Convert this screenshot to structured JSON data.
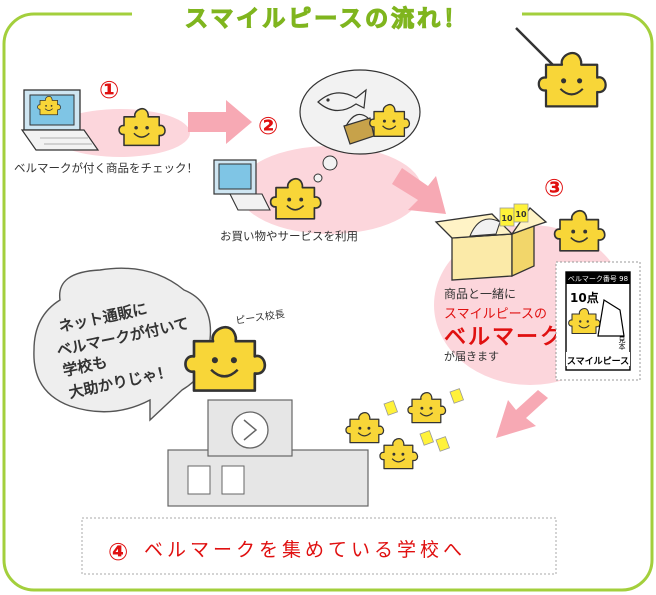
{
  "title": "スマイルピースの流れ！",
  "steps": [
    {
      "number": "①",
      "caption": "ベルマークが付く商品をチェック！"
    },
    {
      "number": "②",
      "caption": "お買い物やサービスを利用"
    },
    {
      "number": "③",
      "caption_lines": [
        "商品と一緒に",
        "スマイルピースの",
        "ベルマーク",
        "が届きます"
      ]
    },
    {
      "number": "④",
      "caption": "ベルマークを集めている学校へ"
    }
  ],
  "bellmark_label": {
    "header": "ベルマーク番号 98",
    "points": "10点",
    "sample": "見本",
    "footer": "スマイルピース"
  },
  "coupon_label": "10",
  "principal": {
    "name": "ピース校長",
    "speech": [
      "ネット通販に",
      "ベルマークが付いて",
      "学校も",
      "大助かりじゃ！"
    ]
  },
  "colors": {
    "border": "#a3cf3c",
    "pink": "#fcd6dc",
    "arrow": "#f7a9b4",
    "puzzle": "#f8d638",
    "red": "#e01010"
  }
}
